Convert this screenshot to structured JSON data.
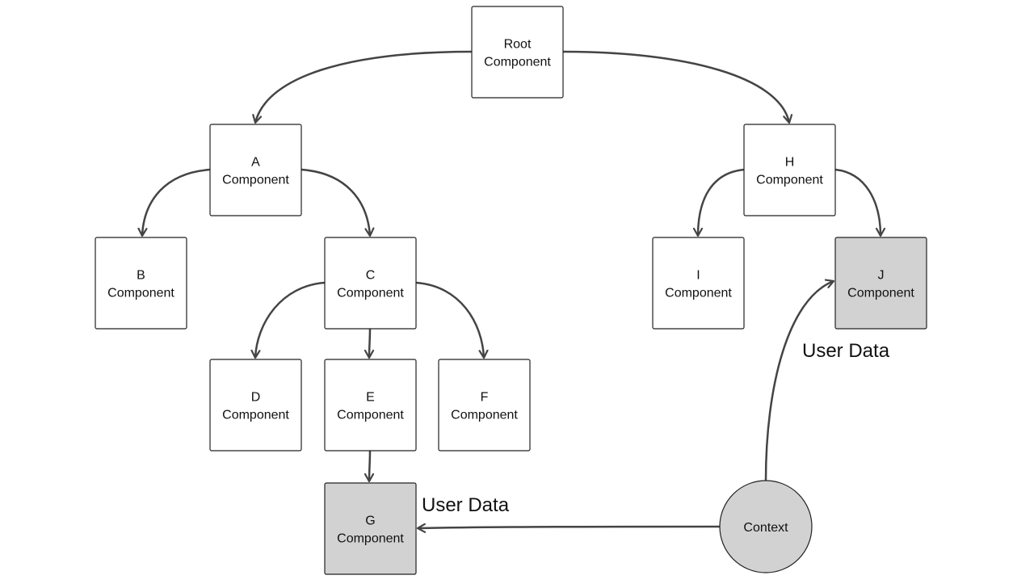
{
  "colors": {
    "node_fill": "#ffffff",
    "highlight_fill": "#d3d2d3",
    "stroke": "#222222",
    "edge": "#444444"
  },
  "nodes": [
    {
      "id": "root",
      "lines": [
        "Root",
        "Component"
      ],
      "highlighted": false
    },
    {
      "id": "a",
      "lines": [
        "A",
        "Component"
      ],
      "highlighted": false
    },
    {
      "id": "h",
      "lines": [
        "H",
        "Component"
      ],
      "highlighted": false
    },
    {
      "id": "b",
      "lines": [
        "B",
        "Component"
      ],
      "highlighted": false
    },
    {
      "id": "c",
      "lines": [
        "C",
        "Component"
      ],
      "highlighted": false
    },
    {
      "id": "i",
      "lines": [
        "I",
        "Component"
      ],
      "highlighted": false
    },
    {
      "id": "j",
      "lines": [
        "J",
        "Component"
      ],
      "highlighted": true
    },
    {
      "id": "d",
      "lines": [
        "D",
        "Component"
      ],
      "highlighted": false
    },
    {
      "id": "e",
      "lines": [
        "E",
        "Component"
      ],
      "highlighted": false
    },
    {
      "id": "f",
      "lines": [
        "F",
        "Component"
      ],
      "highlighted": false
    },
    {
      "id": "g",
      "lines": [
        "G",
        "Component"
      ],
      "highlighted": true
    },
    {
      "id": "context",
      "lines": [
        "Context"
      ],
      "highlighted": true,
      "shape": "circle"
    }
  ],
  "edges": [
    {
      "from": "root",
      "to": "a",
      "label": ""
    },
    {
      "from": "root",
      "to": "h",
      "label": ""
    },
    {
      "from": "a",
      "to": "b",
      "label": ""
    },
    {
      "from": "a",
      "to": "c",
      "label": ""
    },
    {
      "from": "h",
      "to": "i",
      "label": ""
    },
    {
      "from": "h",
      "to": "j",
      "label": ""
    },
    {
      "from": "c",
      "to": "d",
      "label": ""
    },
    {
      "from": "c",
      "to": "e",
      "label": ""
    },
    {
      "from": "c",
      "to": "f",
      "label": ""
    },
    {
      "from": "e",
      "to": "g",
      "label": ""
    },
    {
      "from": "context",
      "to": "g",
      "label": "User Data"
    },
    {
      "from": "context",
      "to": "j",
      "label": "User Data"
    }
  ]
}
